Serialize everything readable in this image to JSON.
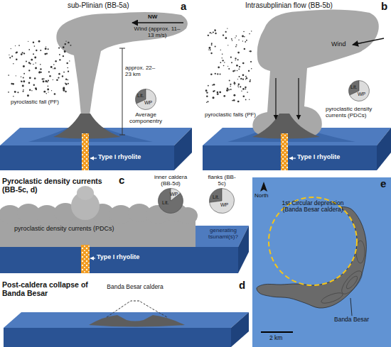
{
  "diagram": {
    "nodes": [
      {
        "text": [
          "Lit.",
          "WP",
          "Average componentry"
        ]
      },
      {
        "text": [
          "Lit.",
          "WP"
        ]
      },
      {
        "text": [
          "inner caldera (BB-5d)",
          "Lit.",
          "WP"
        ]
      },
      {
        "text": [
          "flanks (BB-5c)",
          "Lit.",
          "WP"
        ]
      },
      {
        "text": [
          "e",
          "North",
          "1st Circular depression (Banda Besar caldera)",
          "Banda Besar",
          "2 km"
        ]
      }
    ],
    "labels": [
      "a",
      "sub-Plinian (BB-5a)",
      "NW",
      "Wind (approx. 11–13 m/s)",
      "approx. 22–23 km",
      "pyroclastic fall (PF)",
      "Type I rhyolite",
      "b",
      "Intrasubplinian flow (BB-5b)",
      "Wind",
      "pyroclastic falls (PF)",
      "pyroclastic density currents (PDCs)",
      "Type I rhyolite",
      "Pyroclastic density currents (BB-5c, d)",
      "c",
      "pyroclastic density currents (PDCs)",
      "generating tsunami(s)?",
      "Type I rhyolite",
      "Post-caldera collapse of Banda Besar",
      "Banda Besar caldera",
      "d"
    ]
  }
}
